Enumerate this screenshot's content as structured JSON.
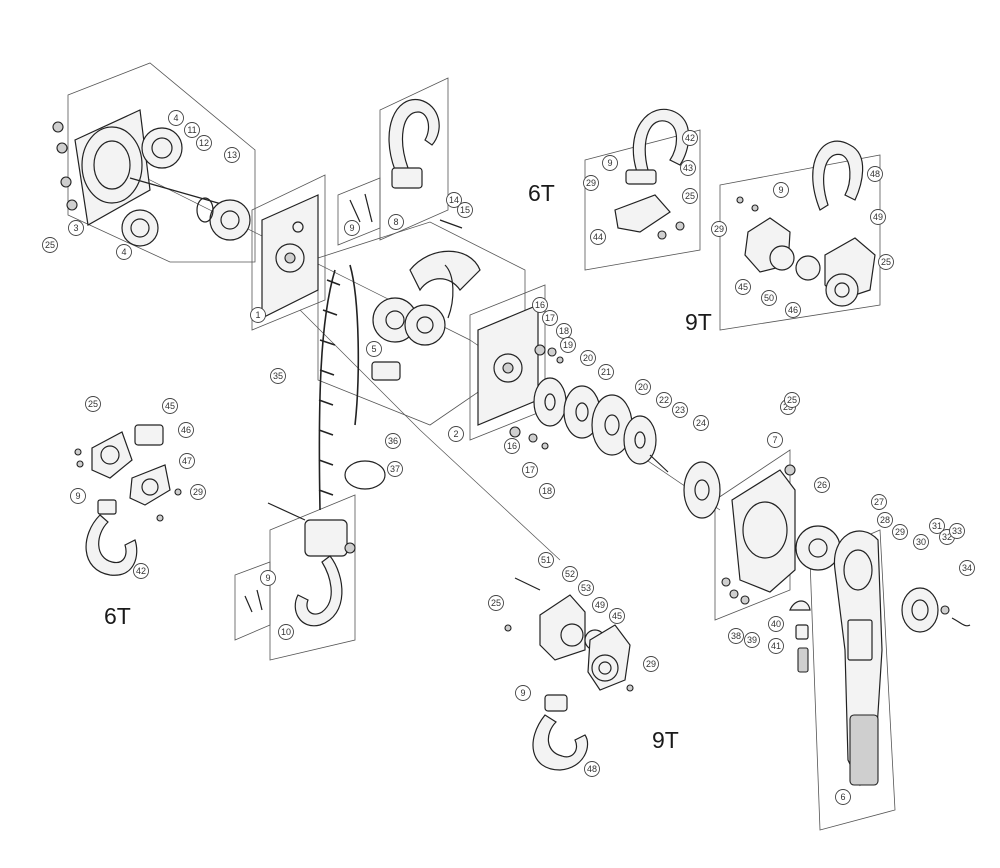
{
  "labels": {
    "top_6t": "6T",
    "top_9t": "9T",
    "left_6t": "6T",
    "bottom_9t": "9T"
  },
  "callouts": [
    {
      "id": "c1",
      "text": "25"
    },
    {
      "id": "c2",
      "text": "3"
    },
    {
      "id": "c3",
      "text": "4"
    },
    {
      "id": "c4",
      "text": "4"
    },
    {
      "id": "c5",
      "text": "11"
    },
    {
      "id": "c6",
      "text": "12"
    },
    {
      "id": "c7",
      "text": "13"
    },
    {
      "id": "c8",
      "text": "1"
    },
    {
      "id": "c9",
      "text": "9"
    },
    {
      "id": "c10",
      "text": "8"
    },
    {
      "id": "c11",
      "text": "14"
    },
    {
      "id": "c12",
      "text": "15"
    },
    {
      "id": "c13",
      "text": "5"
    },
    {
      "id": "c14",
      "text": "35"
    },
    {
      "id": "c15",
      "text": "36"
    },
    {
      "id": "c16",
      "text": "37"
    },
    {
      "id": "c17",
      "text": "2"
    },
    {
      "id": "c18",
      "text": "16"
    },
    {
      "id": "c19",
      "text": "17"
    },
    {
      "id": "c20",
      "text": "18"
    },
    {
      "id": "c21",
      "text": "19"
    },
    {
      "id": "c22",
      "text": "16"
    },
    {
      "id": "c23",
      "text": "17"
    },
    {
      "id": "c24",
      "text": "18"
    },
    {
      "id": "c25",
      "text": "20"
    },
    {
      "id": "c26",
      "text": "21"
    },
    {
      "id": "c27",
      "text": "20"
    },
    {
      "id": "c28",
      "text": "22"
    },
    {
      "id": "c29",
      "text": "23"
    },
    {
      "id": "c30",
      "text": "24"
    },
    {
      "id": "c31",
      "text": "25"
    },
    {
      "id": "c32",
      "text": "7"
    },
    {
      "id": "c33",
      "text": "26"
    },
    {
      "id": "c34",
      "text": "27"
    },
    {
      "id": "c35",
      "text": "28"
    },
    {
      "id": "c36",
      "text": "29"
    },
    {
      "id": "c37",
      "text": "30"
    },
    {
      "id": "c38",
      "text": "31"
    },
    {
      "id": "c39",
      "text": "32"
    },
    {
      "id": "c40",
      "text": "33"
    },
    {
      "id": "c41",
      "text": "34"
    },
    {
      "id": "c42",
      "text": "38"
    },
    {
      "id": "c43",
      "text": "39"
    },
    {
      "id": "c44",
      "text": "40"
    },
    {
      "id": "c45",
      "text": "41"
    },
    {
      "id": "c46",
      "text": "6"
    },
    {
      "id": "c47",
      "text": "25"
    },
    {
      "id": "c48",
      "text": "42"
    },
    {
      "id": "c49",
      "text": "9"
    },
    {
      "id": "c50",
      "text": "29"
    },
    {
      "id": "c51",
      "text": "43"
    },
    {
      "id": "c52",
      "text": "25"
    },
    {
      "id": "c53",
      "text": "44"
    },
    {
      "id": "c54",
      "text": "9"
    },
    {
      "id": "c55",
      "text": "48"
    },
    {
      "id": "c56",
      "text": "29"
    },
    {
      "id": "c57",
      "text": "49"
    },
    {
      "id": "c58",
      "text": "25"
    },
    {
      "id": "c59",
      "text": "45"
    },
    {
      "id": "c60",
      "text": "50"
    },
    {
      "id": "c61",
      "text": "46"
    },
    {
      "id": "c62",
      "text": "25"
    },
    {
      "id": "c63",
      "text": "45"
    },
    {
      "id": "c64",
      "text": "46"
    },
    {
      "id": "c65",
      "text": "47"
    },
    {
      "id": "c66",
      "text": "29"
    },
    {
      "id": "c67",
      "text": "9"
    },
    {
      "id": "c68",
      "text": "42"
    },
    {
      "id": "c69",
      "text": "9"
    },
    {
      "id": "c70",
      "text": "10"
    },
    {
      "id": "c71",
      "text": "51"
    },
    {
      "id": "c72",
      "text": "52"
    },
    {
      "id": "c73",
      "text": "53"
    },
    {
      "id": "c74",
      "text": "49"
    },
    {
      "id": "c75",
      "text": "45"
    },
    {
      "id": "c76",
      "text": "25"
    },
    {
      "id": "c77",
      "text": "29"
    },
    {
      "id": "c78",
      "text": "9"
    },
    {
      "id": "c79",
      "text": "48"
    }
  ]
}
